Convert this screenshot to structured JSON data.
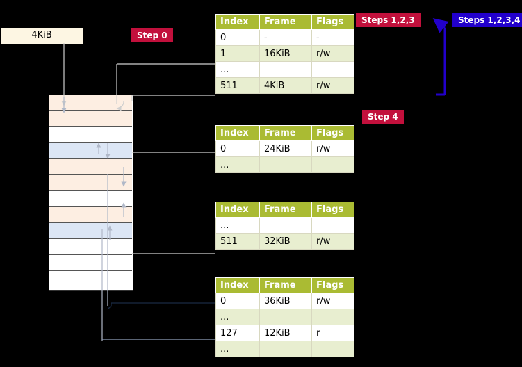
{
  "labels": {
    "step0": "Step 0",
    "steps123": "Steps 1,2,3",
    "steps1234": "Steps 1,2,3,4",
    "step4": "Step 4",
    "kib4": "4KiB"
  },
  "columns": {
    "index": "Index",
    "frame": "Frame",
    "flags": "Flags"
  },
  "tables": [
    {
      "name": "pml4-table",
      "rows": [
        {
          "index": "0",
          "frame": "-",
          "flags": "-"
        },
        {
          "index": "1",
          "frame": "16KiB",
          "flags": "r/w"
        },
        {
          "index": "...",
          "frame": "",
          "flags": ""
        },
        {
          "index": "511",
          "frame": "4KiB",
          "flags": "r/w"
        }
      ]
    },
    {
      "name": "pdp-table",
      "rows": [
        {
          "index": "0",
          "frame": "24KiB",
          "flags": "r/w"
        },
        {
          "index": "...",
          "frame": "",
          "flags": ""
        }
      ]
    },
    {
      "name": "pd-table",
      "rows": [
        {
          "index": "...",
          "frame": "",
          "flags": ""
        },
        {
          "index": "511",
          "frame": "32KiB",
          "flags": "r/w"
        }
      ]
    },
    {
      "name": "pt-table",
      "rows": [
        {
          "index": "0",
          "frame": "36KiB",
          "flags": "r/w"
        },
        {
          "index": "...",
          "frame": "",
          "flags": ""
        },
        {
          "index": "127",
          "frame": "12KiB",
          "flags": "r"
        },
        {
          "index": "...",
          "frame": "",
          "flags": ""
        }
      ]
    }
  ],
  "memory_rows": [
    {
      "name": "mem-row-0",
      "fill": "#fdeee2"
    },
    {
      "name": "mem-row-1",
      "fill": "#fdeee2"
    },
    {
      "name": "mem-row-2",
      "fill": "#ffffff"
    },
    {
      "name": "mem-row-3",
      "fill": "#dce6f5"
    },
    {
      "name": "mem-row-4",
      "fill": "#fdeee2"
    },
    {
      "name": "mem-row-5",
      "fill": "#fdeee2"
    },
    {
      "name": "mem-row-6",
      "fill": "#ffffff"
    },
    {
      "name": "mem-row-7",
      "fill": "#fdeee2"
    },
    {
      "name": "mem-row-8",
      "fill": "#dce6f5"
    },
    {
      "name": "mem-row-9",
      "fill": "#ffffff"
    },
    {
      "name": "mem-row-10",
      "fill": "#ffffff"
    },
    {
      "name": "mem-row-11",
      "fill": "#ffffff"
    }
  ],
  "colors": {
    "header_green": "#aabb33",
    "row_alt": "#e8eed0",
    "crimson": "#c2103c",
    "blue": "#2200cc",
    "arrow_grey": "#b0b8c8",
    "arrow_dark": "#1a2a44",
    "mem_orange": "#fdeee2",
    "mem_blue": "#dce6f5"
  }
}
